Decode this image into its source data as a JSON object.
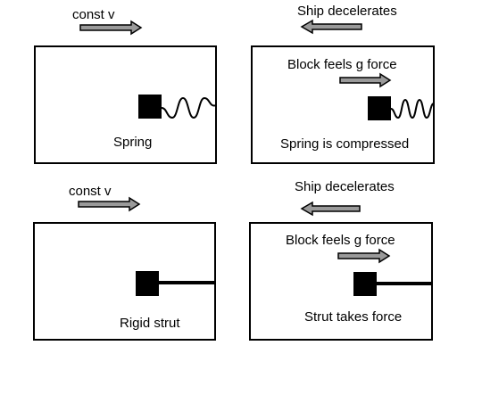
{
  "colors": {
    "ink": "#000000",
    "arrow_fill": "#9a9a9a",
    "background": "#ffffff"
  },
  "panels": [
    {
      "heading": "const v",
      "heading_arrow": "right-arrow-icon",
      "caption": "Spring",
      "connector": "spring"
    },
    {
      "heading": "Ship decelerates",
      "heading_arrow": "left-arrow-icon",
      "inner_label": "Block feels g force",
      "caption": "Spring is compressed",
      "connector": "spring"
    },
    {
      "heading": "const v",
      "heading_arrow": "right-arrow-icon",
      "caption": "Rigid strut",
      "connector": "strut"
    },
    {
      "heading": "Ship decelerates",
      "heading_arrow": "left-arrow-icon",
      "inner_label": "Block feels g force",
      "caption": "Strut takes force",
      "connector": "strut"
    }
  ]
}
